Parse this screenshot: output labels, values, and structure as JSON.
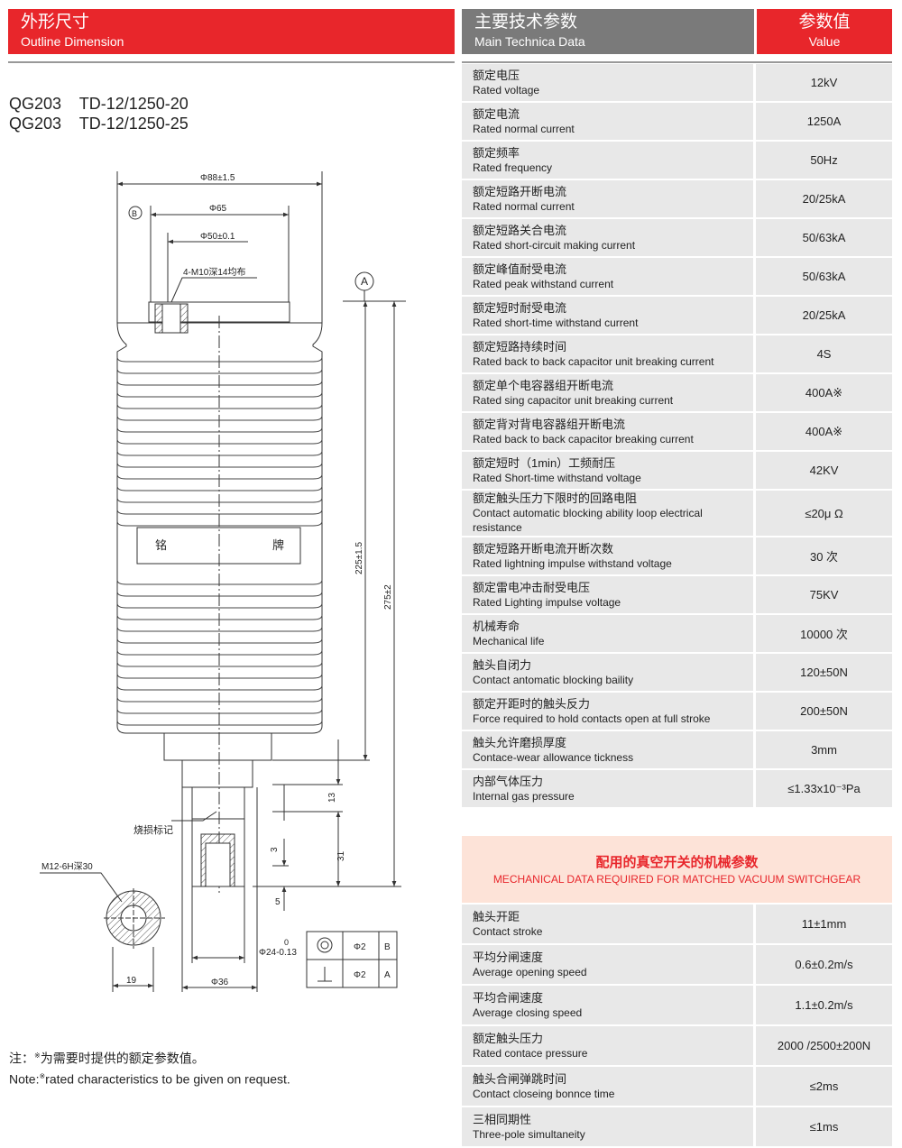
{
  "left_header": {
    "cn": "外形尺寸",
    "en": "Outline Dimension"
  },
  "spec_header": {
    "cn": "主要技术参数",
    "en": "Main Technica Data"
  },
  "value_header": {
    "cn": "参数值",
    "en": "Value"
  },
  "models": [
    "QG203    TD-12/1250-20",
    "QG203    TD-12/1250-25"
  ],
  "drawing": {
    "dim_88": "Φ88±1.5",
    "dim_65": "Φ65",
    "dim_50": "Φ50±0.1",
    "thread_note": "4-M10深14均布",
    "datum_a": "A",
    "datum_b": "B",
    "nameplate_left": "铭",
    "nameplate_right": "牌",
    "dim_225": "225±1.5",
    "dim_275": "275±2",
    "dim_13": "13",
    "dim_3": "3",
    "dim_31": "31",
    "dim_5": "5",
    "burn_mark": "烧损标记",
    "m12_note": "M12-6H深30",
    "dim_19": "19",
    "dim_36": "Φ36",
    "dim_24": "Φ24-0.13",
    "dim_24_upper": "0",
    "tol_1": "Φ2",
    "tol_1_ref": "B",
    "tol_2": "Φ2",
    "tol_2_ref": "A"
  },
  "specs": [
    {
      "cn": "额定电压",
      "en": "Rated voltage",
      "value": "12kV"
    },
    {
      "cn": "额定电流",
      "en": "Rated normal current",
      "value": "1250A"
    },
    {
      "cn": "额定频率",
      "en": "Rated frequency",
      "value": "50Hz"
    },
    {
      "cn": "额定短路开断电流",
      "en": "Rated normal current",
      "value": "20/25kA"
    },
    {
      "cn": "额定短路关合电流",
      "en": "Rated short-circuit making current",
      "value": "50/63kA"
    },
    {
      "cn": "额定峰值耐受电流",
      "en": "Rated peak withstand current",
      "value": "50/63kA"
    },
    {
      "cn": "额定短时耐受电流",
      "en": "Rated short-time withstand current",
      "value": "20/25kA"
    },
    {
      "cn": "额定短路持续时间",
      "en": "Rated back to back capacitor unit breaking current",
      "value": "4S"
    },
    {
      "cn": "额定单个电容器组开断电流",
      "en": "Rated sing capacitor unit breaking current",
      "value": "400A※"
    },
    {
      "cn": "额定背对背电容器组开断电流",
      "en": "Rated back to back capacitor breaking current",
      "value": "400A※"
    },
    {
      "cn": "额定短时（1min）工频耐压",
      "en": "Rated Short-time withstand voltage",
      "value": "42KV"
    },
    {
      "cn": "额定触头压力下限时的回路电阻",
      "en": "Contact automatic blocking ability loop electrical resistance",
      "value": "≤20μ Ω"
    },
    {
      "cn": "额定短路开断电流开断次数",
      "en": "Rated lightning impulse withstand voltage",
      "value": "30 次"
    },
    {
      "cn": "额定雷电冲击耐受电压",
      "en": "Rated Lighting impulse  voltage",
      "value": "75KV"
    },
    {
      "cn": "机械寿命",
      "en": "Mechanical life",
      "value": "10000 次"
    },
    {
      "cn": "触头自闭力",
      "en": "Contact antomatic blocking baility",
      "value": "120±50N"
    },
    {
      "cn": "额定开距时的触头反力",
      "en": "Force required to hold contacts open at full stroke",
      "value": "200±50N"
    },
    {
      "cn": "触头允许磨损厚度",
      "en": "Contace-wear allowance tickness",
      "value": "3mm"
    },
    {
      "cn": "内部气体压力",
      "en": "Internal gas pressure",
      "value": "≤1.33x10⁻³Pa"
    }
  ],
  "mech_section": {
    "cn": "配用的真空开关的机械参数",
    "en": "MECHANICAL DATA REQUIRED FOR MATCHED VACUUM SWITCHGEAR"
  },
  "mech": [
    {
      "cn": "触头开距",
      "en": "Contact stroke",
      "value": "11±1mm"
    },
    {
      "cn": "平均分闸速度",
      "en": "Average opening speed",
      "value": "0.6±0.2m/s"
    },
    {
      "cn": "平均合闸速度",
      "en": "Average closing speed",
      "value": "1.1±0.2m/s"
    },
    {
      "cn": "额定触头压力",
      "en": "Rated contace pressure",
      "value": "2000 /2500±200N"
    },
    {
      "cn": "触头合闸弹跳时间",
      "en": "Contact closeing bonnce time",
      "value": "≤2ms"
    },
    {
      "cn": "三相同期性",
      "en": "Three-pole simultaneity",
      "value": "≤1ms"
    }
  ],
  "note": {
    "cn_prefix": "注：",
    "mark": "※",
    "cn": "为需要时提供的额定参数值。",
    "en_prefix": "Note:",
    "en": "rated characteristics to be given on request."
  }
}
